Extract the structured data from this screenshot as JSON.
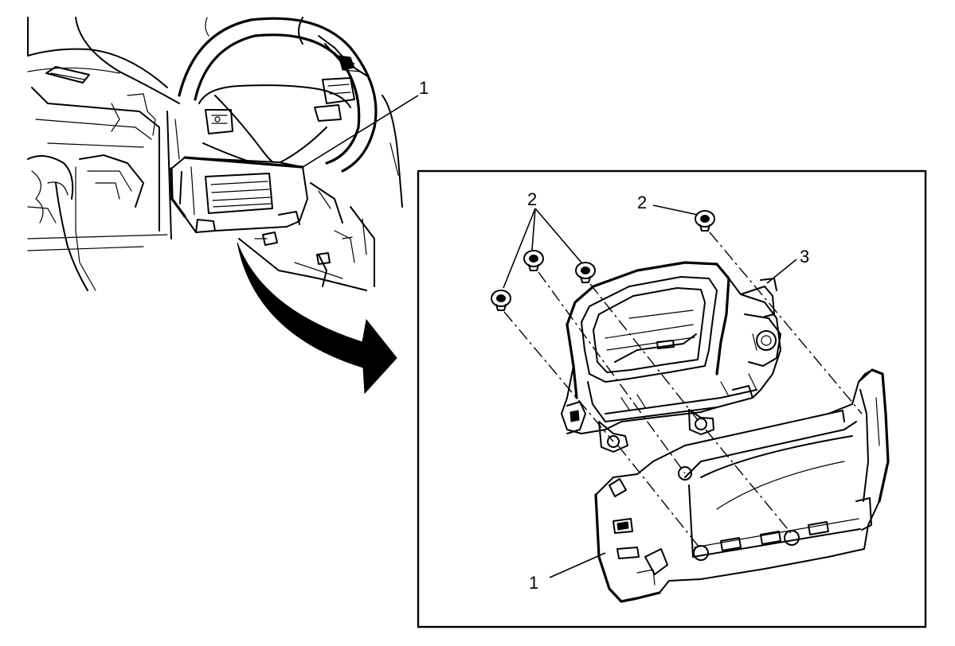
{
  "callouts": {
    "overview_part": "1",
    "fasteners_group": "2",
    "fastener_single": "2",
    "vent_assembly": "3",
    "bezel": "1"
  }
}
